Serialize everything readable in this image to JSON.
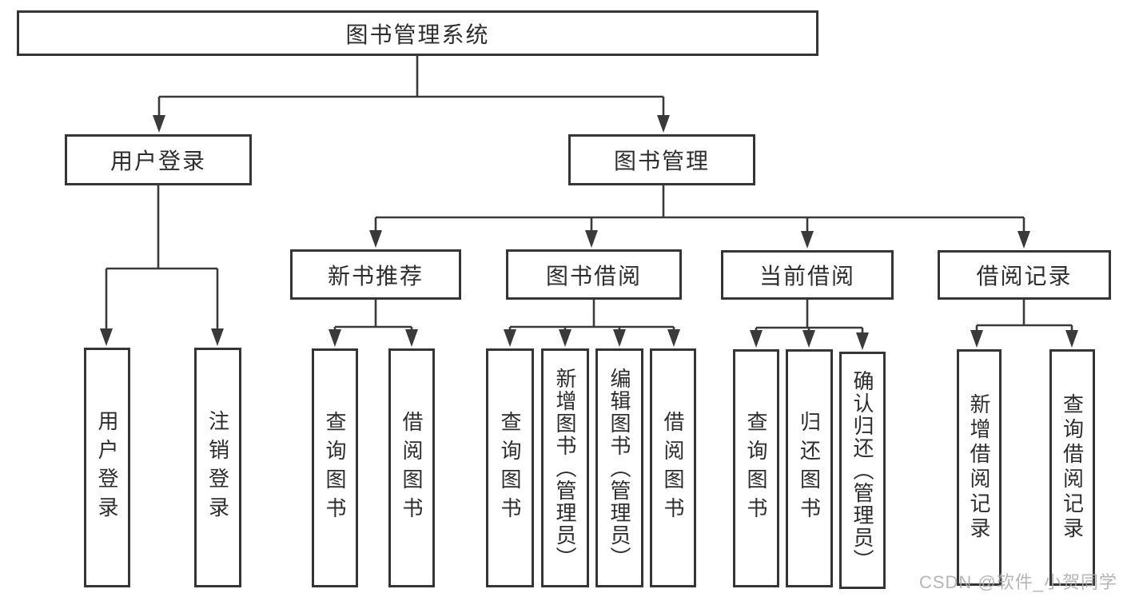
{
  "diagram_title": "图书管理系统",
  "nodes": {
    "root": "图书管理系统",
    "user_login": "用户登录",
    "book_management": "图书管理",
    "new_book_rec": "新书推荐",
    "book_borrow": "图书借阅",
    "current_borrow": "当前借阅",
    "borrow_records": "借阅记录",
    "leaf_user_login": "用户登录",
    "leaf_logout": "注销登录",
    "leaf_query_book_1": "查询图书",
    "leaf_borrow_book_1": "借阅图书",
    "leaf_query_book_2": "查询图书",
    "leaf_add_book": "新增图书（管理员）",
    "leaf_edit_book": "编辑图书（管理员）",
    "leaf_borrow_book_2": "借阅图书",
    "leaf_query_book_3": "查询图书",
    "leaf_return_book": "归还图书",
    "leaf_confirm_return": "确认归还（管理员）",
    "leaf_add_borrow_record": "新增借阅记录",
    "leaf_query_borrow_record": "查询借阅记录"
  },
  "hierarchy": {
    "图书管理系统": {
      "用户登录": [
        "用户登录",
        "注销登录"
      ],
      "图书管理": {
        "新书推荐": [
          "查询图书",
          "借阅图书"
        ],
        "图书借阅": [
          "查询图书",
          "新增图书（管理员）",
          "编辑图书（管理员）",
          "借阅图书"
        ],
        "当前借阅": [
          "查询图书",
          "归还图书",
          "确认归还（管理员）"
        ],
        "借阅记录": [
          "新增借阅记录",
          "查询借阅记录"
        ]
      }
    }
  },
  "watermark": "CSDN @软件_小贺同学",
  "colors": {
    "line": "#3a3a3a",
    "box_border": "#353535",
    "text": "#2d2d2d",
    "watermark": "#a8a8a8",
    "background": "#ffffff"
  }
}
